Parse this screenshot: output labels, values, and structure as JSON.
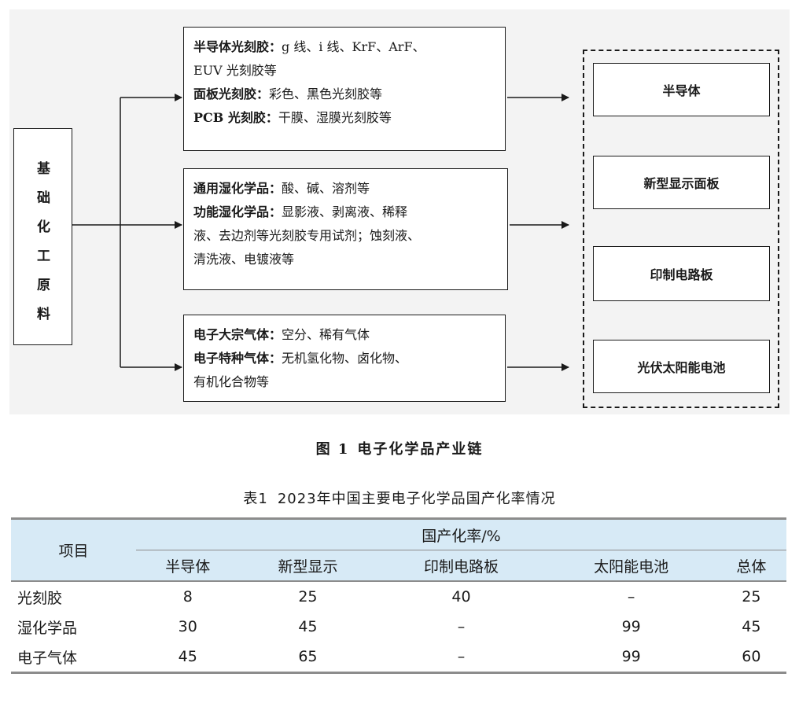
{
  "figure": {
    "source": [
      "基",
      "础",
      "化",
      "工",
      "原",
      "料"
    ],
    "categories": [
      {
        "lines": [
          {
            "bold": "半导体光刻胶：",
            "text": "g 线、i 线、KrF、ArF、"
          },
          {
            "bold": "",
            "text": "EUV 光刻胶等"
          },
          {
            "bold": "面板光刻胶：",
            "text": "彩色、黑色光刻胶等"
          },
          {
            "bold": "PCB 光刻胶：",
            "text": "干膜、湿膜光刻胶等"
          }
        ]
      },
      {
        "lines": [
          {
            "bold": "通用湿化学品：",
            "text": "酸、碱、溶剂等"
          },
          {
            "bold": "功能湿化学品：",
            "text": "显影液、剥离液、稀释"
          },
          {
            "bold": "",
            "text": "液、去边剂等光刻胶专用试剂；蚀刻液、"
          },
          {
            "bold": "",
            "text": "清洗液、电镀液等"
          }
        ]
      },
      {
        "lines": [
          {
            "bold": "电子大宗气体：",
            "text": "空分、稀有气体"
          },
          {
            "bold": "电子特种气体：",
            "text": "无机氢化物、卤化物、"
          },
          {
            "bold": "",
            "text": "有机化合物等"
          }
        ]
      }
    ],
    "applications": [
      "半导体",
      "新型显示面板",
      "印制电路板",
      "光伏太阳能电池"
    ],
    "caption": {
      "number": "图 1",
      "title": "电子化学品产业链"
    }
  },
  "table": {
    "number": "表1",
    "title": "2023年中国主要电子化学品国产化率情况",
    "row_header": "项目",
    "group_header": "国产化率/%",
    "columns": [
      "半导体",
      "新型显示",
      "印制电路板",
      "太阳能电池",
      "总体"
    ],
    "rows": [
      {
        "label": "光刻胶",
        "values": [
          "8",
          "25",
          "40",
          "–",
          "25"
        ]
      },
      {
        "label": "湿化学品",
        "values": [
          "30",
          "45",
          "–",
          "99",
          "45"
        ]
      },
      {
        "label": "电子气体",
        "values": [
          "45",
          "65",
          "–",
          "99",
          "60"
        ]
      }
    ]
  }
}
